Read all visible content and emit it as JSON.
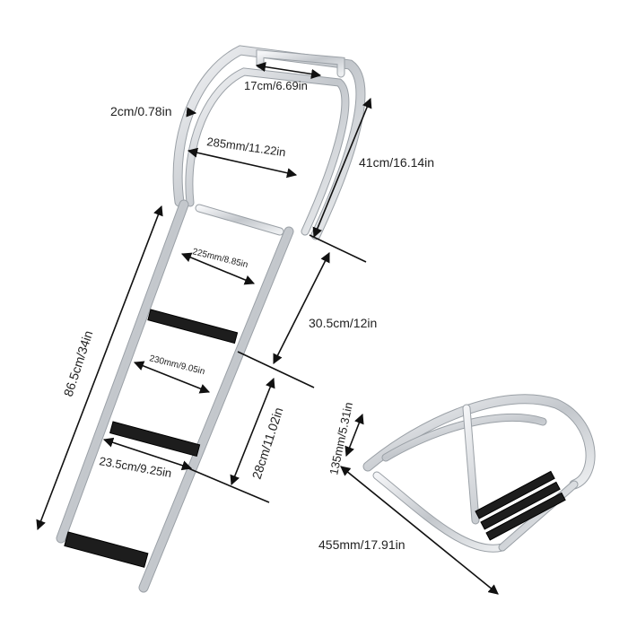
{
  "dimensions": {
    "top_handle_width": "17cm/6.69in",
    "tube_diameter": "2cm/0.78in",
    "top_inner_width": "285mm/11.22in",
    "top_section_height": "41cm/16.14in",
    "upper_step_width": "225mm/8.85in",
    "step_spacing_upper": "30.5cm/12in",
    "middle_step_width": "230mm/9.05in",
    "step_spacing_lower": "28cm/11.02in",
    "bottom_step_width": "23.5cm/9.25in",
    "total_length": "86.5cm/34in",
    "folded_height": "135mm/5.31in",
    "folded_length": "455mm/17.91in"
  },
  "colors": {
    "steel_light": "#f2f3f5",
    "steel_mid": "#c9ccd1",
    "steel_dark": "#8d9399",
    "tread": "#1d1d1d",
    "background": "#ffffff"
  }
}
